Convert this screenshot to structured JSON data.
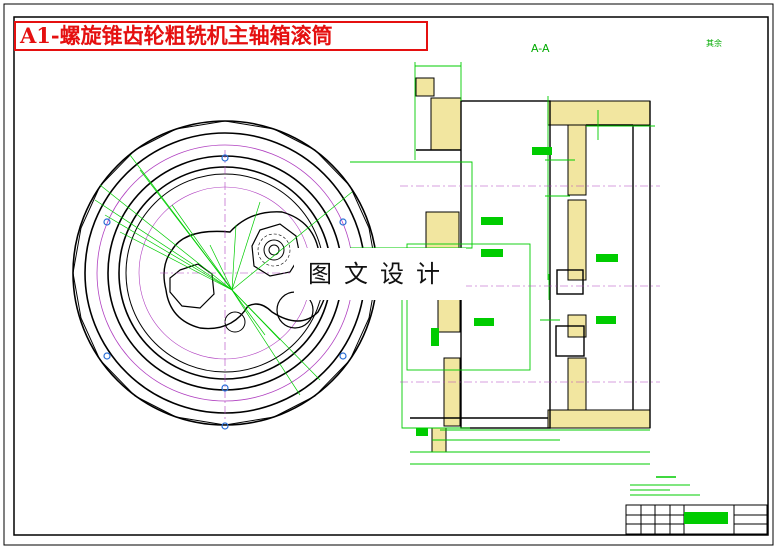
{
  "title": "A1-螺旋锥齿轮粗铣机主轴箱滚筒",
  "watermark": "图文设计",
  "section_label": "A-A",
  "roughness_label": "其余",
  "colors": {
    "border": "#000000",
    "title_red": "#e51010",
    "dim_green": "#00cc00",
    "outline_black": "#000000",
    "hatch_yellow": "#f2e6a0",
    "center_magenta": "#b040c0",
    "hole_blue": "#2a6fd6"
  }
}
